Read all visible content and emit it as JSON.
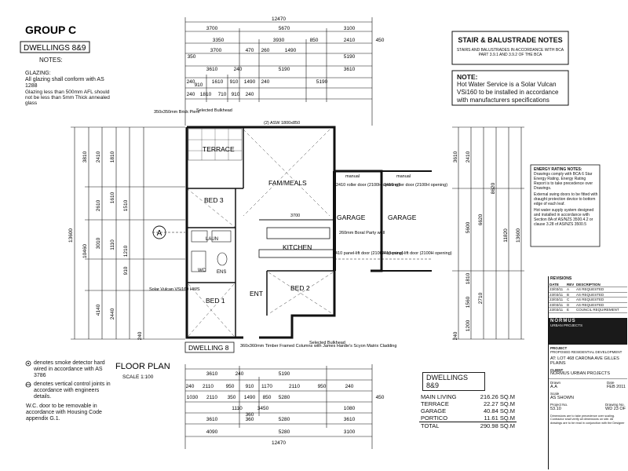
{
  "header": {
    "group": "GROUP C",
    "dwellings": "DWELLINGS 8&9"
  },
  "notes": {
    "heading": "NOTES:",
    "glazing_title": "GLAZING:",
    "glazing_1": "All glazing shall conform with AS 1288",
    "glazing_2": "Glazing less than 500mm AFL should not be less than 5mm Thick annealed glass"
  },
  "stair_notes": {
    "title": "STAIR & BALUSTRADE NOTES",
    "text": "STAIRS AND BALUSTRADES IN ACCORDANCE WITH BCA PART 3.9.1 AND 3.9.2 OF THE BCA"
  },
  "hws_note": {
    "title": "NOTE:",
    "text": "Hot Water Service is a Solar Vulcan VSi160 to be installed in accordance with manufacturers specifications"
  },
  "energy_notes": {
    "title": "ENERGY RATING NOTES:",
    "text1": "Drawings comply with BCA 6 Star Energy Rating. Energy Rating Report is to take precedence over Drawings.",
    "text2": "External swing doors to be fitted with draught protection device to bottom edge of each leaf.",
    "text3": "Hot water supply system designed and installed in accordance with Section 8A of AS/NZS 3500.4.2 or clause 3.28 of AS/NZS 3500.5"
  },
  "legend": {
    "smoke": "denotes smoke detector hard wired in accordance with AS 3786",
    "joints": "denotes vertical control joints in accordance with engineers details.",
    "wc": "W.C. door to be removable in accordance with Housing Code appendix G.1."
  },
  "floor_plan": {
    "title": "FLOOR PLAN",
    "scale": "SCALE 1:100",
    "dwelling_label": "DWELLING 8",
    "grid_marker": "A"
  },
  "rooms": {
    "terrace": "TERRACE",
    "fam_meals": "FAM/MEALS",
    "bed3": "BED 3",
    "garage_left": "GARAGE",
    "garage_right": "GARAGE",
    "kitchen": "KITCHEN",
    "bed2": "BED 2",
    "bed1": "BED 1",
    "ent": "ENT",
    "laun": "LAUN",
    "wc": "WC",
    "ens": "ENS"
  },
  "plan_labels": {
    "brick_piers": "350x350mm Brick Piers",
    "bulkhead_top": "Selected Bulkhead",
    "bulkhead_bottom": "Selected Bulkhead",
    "asw_top": "(2) ASW 1800x850",
    "solar": "Solar Vulcan VSi160 HWS",
    "columns": "360x360mm Timber Framed Columns with James Hardie's Scyon Matrix Cladding",
    "roller_left": "2410 roller door (2100H opening)",
    "roller_right": "2410 roller door (2100H opening)",
    "manual_left": "manual",
    "manual_right": "manual",
    "panel_lift_left": "2410 panel-lift door (2100H opening)",
    "panel_lift_right": "2410 panel-lift door (2100H opening)",
    "party_wall": "260mm Boral Party wall",
    "dim_3700": "3700",
    "dim_kitchen_top": "3700"
  },
  "dims_top": {
    "overall": "12470",
    "row1": [
      "3700",
      "5670",
      "3100"
    ],
    "row2": [
      "3350",
      "3930",
      "850",
      "2410",
      "450"
    ],
    "row3": [
      "350",
      "3700",
      "470",
      "260",
      "1490",
      "5190"
    ],
    "row4": [
      "3610",
      "240",
      "5190",
      "3610"
    ],
    "row5": [
      "240",
      "910",
      "1610",
      "910",
      "1490",
      "240",
      "5190"
    ],
    "row6": [
      "240",
      "1810",
      "710",
      "910",
      "240"
    ]
  },
  "dims_bottom": {
    "row1": [
      "3610",
      "240",
      "5190"
    ],
    "row2": [
      "240",
      "2110",
      "950",
      "910",
      "1170",
      "2110",
      "950",
      "240"
    ],
    "row3": [
      "1030",
      "2110",
      "350",
      "1490",
      "850",
      "5280",
      "450"
    ],
    "row4": [
      "1110",
      "3450",
      "1080",
      "360"
    ],
    "row5": [
      "3610",
      "360",
      "5280",
      "3610"
    ],
    "row6": [
      "4090",
      "5280",
      "3100"
    ],
    "overall": "12470"
  },
  "dims_left": [
    "13600",
    "10460",
    "3810",
    "2410",
    "2610",
    "1810",
    "1610",
    "3010",
    "1510",
    "1210",
    "1110",
    "910",
    "4140",
    "2440",
    "240"
  ],
  "dims_right": [
    "13600",
    "11820",
    "8620",
    "6620",
    "5600",
    "2710",
    "1810",
    "1560",
    "1200",
    "3610",
    "2410",
    "240"
  ],
  "area_table": {
    "title": "DWELLINGS 8&9",
    "rows": [
      {
        "label": "MAIN LIVING",
        "value": "216.26 SQ.M"
      },
      {
        "label": "TERRACE",
        "value": "22.27 SQ.M"
      },
      {
        "label": "GARAGE",
        "value": "40.84 SQ.M"
      },
      {
        "label": "PORTICO",
        "value": "11.61 SQ.M"
      },
      {
        "label": "TOTAL",
        "value": "290.98 SQ.M"
      }
    ]
  },
  "title_block": {
    "revisions": "REVISIONS",
    "cols": [
      "DATE",
      "REV",
      "DESCRIPTION"
    ],
    "rev_rows": [
      {
        "date": "23/03/11",
        "rev": "A",
        "desc": "AS REQUESTED"
      },
      {
        "date": "23/03/11",
        "rev": "B",
        "desc": "AS REQUESTED"
      },
      {
        "date": "23/03/11",
        "rev": "C",
        "desc": "AS REQUESTED"
      },
      {
        "date": "23/03/11",
        "rev": "D",
        "desc": "AS REQUESTED"
      },
      {
        "date": "23/03/11",
        "rev": "E",
        "desc": "COUNCIL REQUIREMENT"
      }
    ],
    "company": "NORMUS",
    "company_sub": "URBAN PROJECTS",
    "project_label": "PROJECT",
    "project": "PROPOSED RESIDENTIAL DEVELOPMENT",
    "address_label": "AT:",
    "address": "AT: LOT 468 CARONA AVE GILLES PLAINS",
    "client_label": "CLIENT",
    "client": "NORMUS URBAN PROJECTS",
    "drawn_label": "Drawn",
    "drawn": "A.A",
    "date_label": "Date",
    "date": "FEB 2011",
    "scale_label": "Scale",
    "scale": "AS SHOWN",
    "project_no_label": "Project No.",
    "project_no": "53.10",
    "drawing_no_label": "Drawing No.",
    "drawing_no": "WD 23 OF",
    "footer": "Dimensions are to take precedence over scaling. Contractor shall verify all dimensions on site. All drawings are to be read in conjunction with the Designer"
  },
  "colors": {
    "line": "#111111",
    "grid": "#222222"
  }
}
